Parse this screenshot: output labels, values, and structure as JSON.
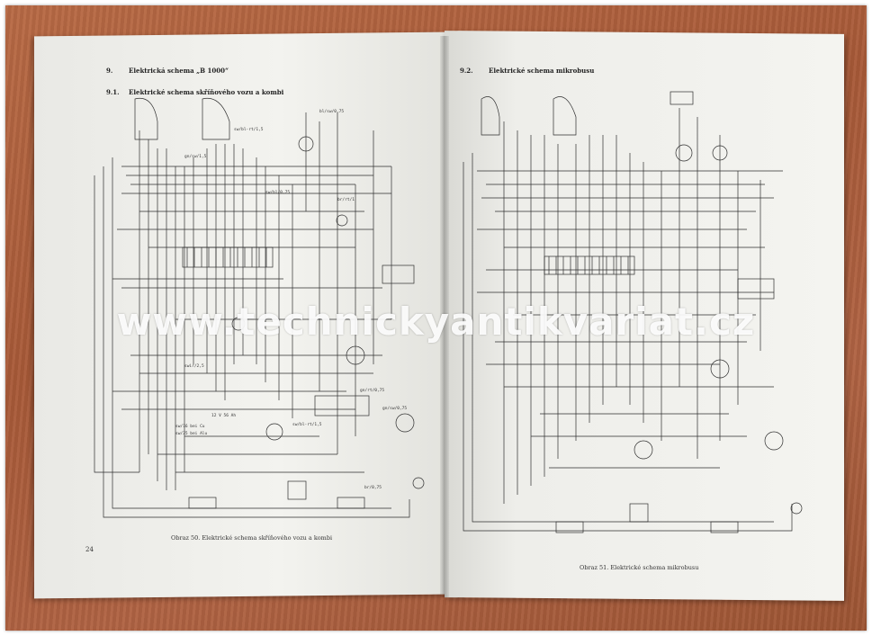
{
  "left_page": {
    "section_number": "9.",
    "section_title": "Elektrická schema „B 1000“",
    "subsection_number": "9.1.",
    "subsection_title": "Elektrické schema skříňového vozu a kombi",
    "caption": "Obraz 50. Elektrické schema skříňového vozu a kombi",
    "page_number": "24",
    "wire_labels": [
      "sw/bl-rt/1,5",
      "bl/sw/0,75",
      "gn/sw/1,5",
      "sw/bl/0,75",
      "br/rt/1",
      "gn/rt/0,75",
      "swir/2,5",
      "12 V 56 Ah",
      "sw/16 bei Cu",
      "sw/35 bei Alu",
      "sw/bl-rt/1,5",
      "gn/sw/0,75",
      "br/0,75"
    ]
  },
  "right_page": {
    "section_number": "9.2.",
    "section_title": "Elektrické schema mikrobusu",
    "caption": "Obraz 51. Elektrické schema mikrobusu"
  },
  "watermark": "www.technickyantikvariat.cz",
  "colors": {
    "table_wood": "#a85a38",
    "paper": "#f0f0ec",
    "ink": "#2a2a2a",
    "watermark": "#ffffff"
  }
}
